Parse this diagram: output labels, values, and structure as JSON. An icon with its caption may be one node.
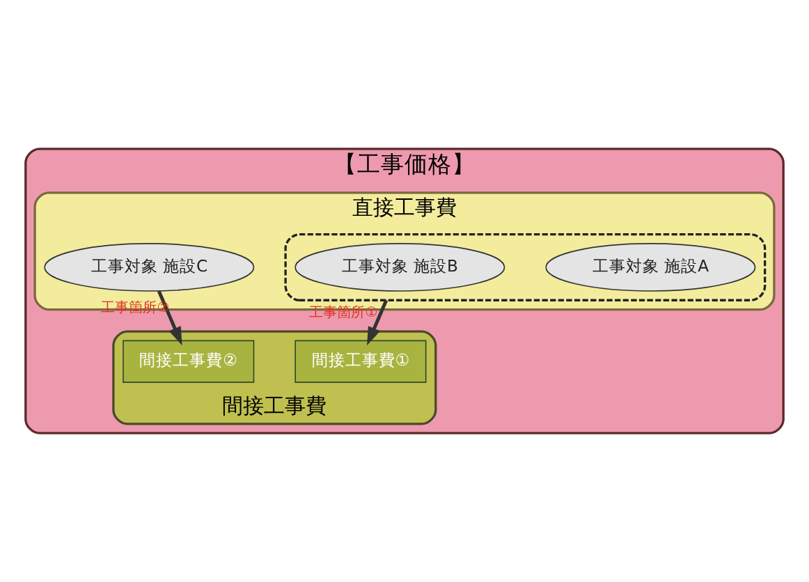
{
  "diagram": {
    "nodes": [
      {
        "text": [
          "【工事価格】"
        ]
      },
      {
        "text": [
          "直接工事費"
        ],
        "in": 0
      },
      {
        "text": [],
        "shape": "box",
        "in": 1
      },
      {
        "text": [
          "工事対象 施設A"
        ],
        "in": 2
      },
      {
        "text": [
          "工事対象 施設B"
        ],
        "in": 2
      },
      {
        "text": [
          "工事対象 施設C"
        ],
        "in": 1
      },
      {
        "text": [
          "間接工事費"
        ],
        "in": 0
      },
      {
        "text": [
          "間接工事費①"
        ],
        "in": 6
      },
      {
        "text": [
          "間接工事費②"
        ],
        "in": 6
      }
    ],
    "edges": [
      {
        "from": 2,
        "to": 7,
        "arrow": "to",
        "label": "工事箇所①"
      },
      {
        "from": 5,
        "to": 8,
        "arrow": "to",
        "label": "工事箇所②"
      }
    ]
  }
}
